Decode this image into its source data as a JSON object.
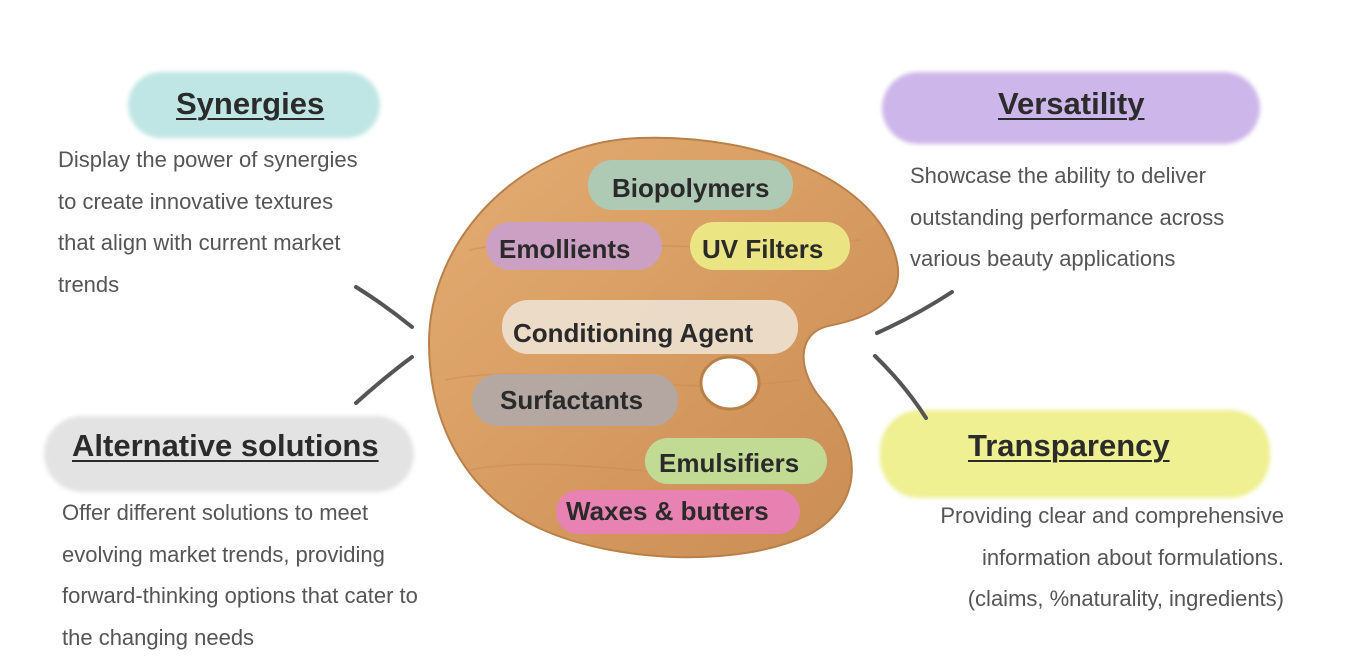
{
  "left_top": {
    "title": "Synergies",
    "lines": [
      "Display the power of synergies",
      "to create innovative textures",
      "that align with current market",
      "trends"
    ],
    "color": "#bfe6e4"
  },
  "left_bottom": {
    "title": "Alternative solutions",
    "lines": [
      "Offer different solutions to meet",
      "evolving market trends, providing",
      "forward-thinking options that cater to",
      "the changing needs"
    ],
    "color": "#dcdcdc"
  },
  "right_top": {
    "title": "Versatility",
    "lines": [
      "Showcase the ability to deliver",
      "outstanding performance across",
      "various beauty applications"
    ],
    "color": "#cdb6ea"
  },
  "right_bottom": {
    "title": "Transparency",
    "lines": [
      "Providing clear and comprehensive",
      "information about formulations.",
      "(claims, %naturality, ingredients)"
    ],
    "color": "#eef091"
  },
  "palette": {
    "wood_color": "#d9a069",
    "labels": [
      {
        "text": "Biopolymers",
        "color": "#a9cdbd"
      },
      {
        "text": "Emollients",
        "color": "#c9a0cd"
      },
      {
        "text": "UV Filters",
        "color": "#ecec86"
      },
      {
        "text": "Conditioning Agent",
        "color": "#ece1d2"
      },
      {
        "text": "Surfactants",
        "color": "#b0a9a8"
      },
      {
        "text": "Emulsifiers",
        "color": "#bfe29a"
      },
      {
        "text": "Waxes & butters",
        "color": "#ea7fbb"
      }
    ]
  }
}
